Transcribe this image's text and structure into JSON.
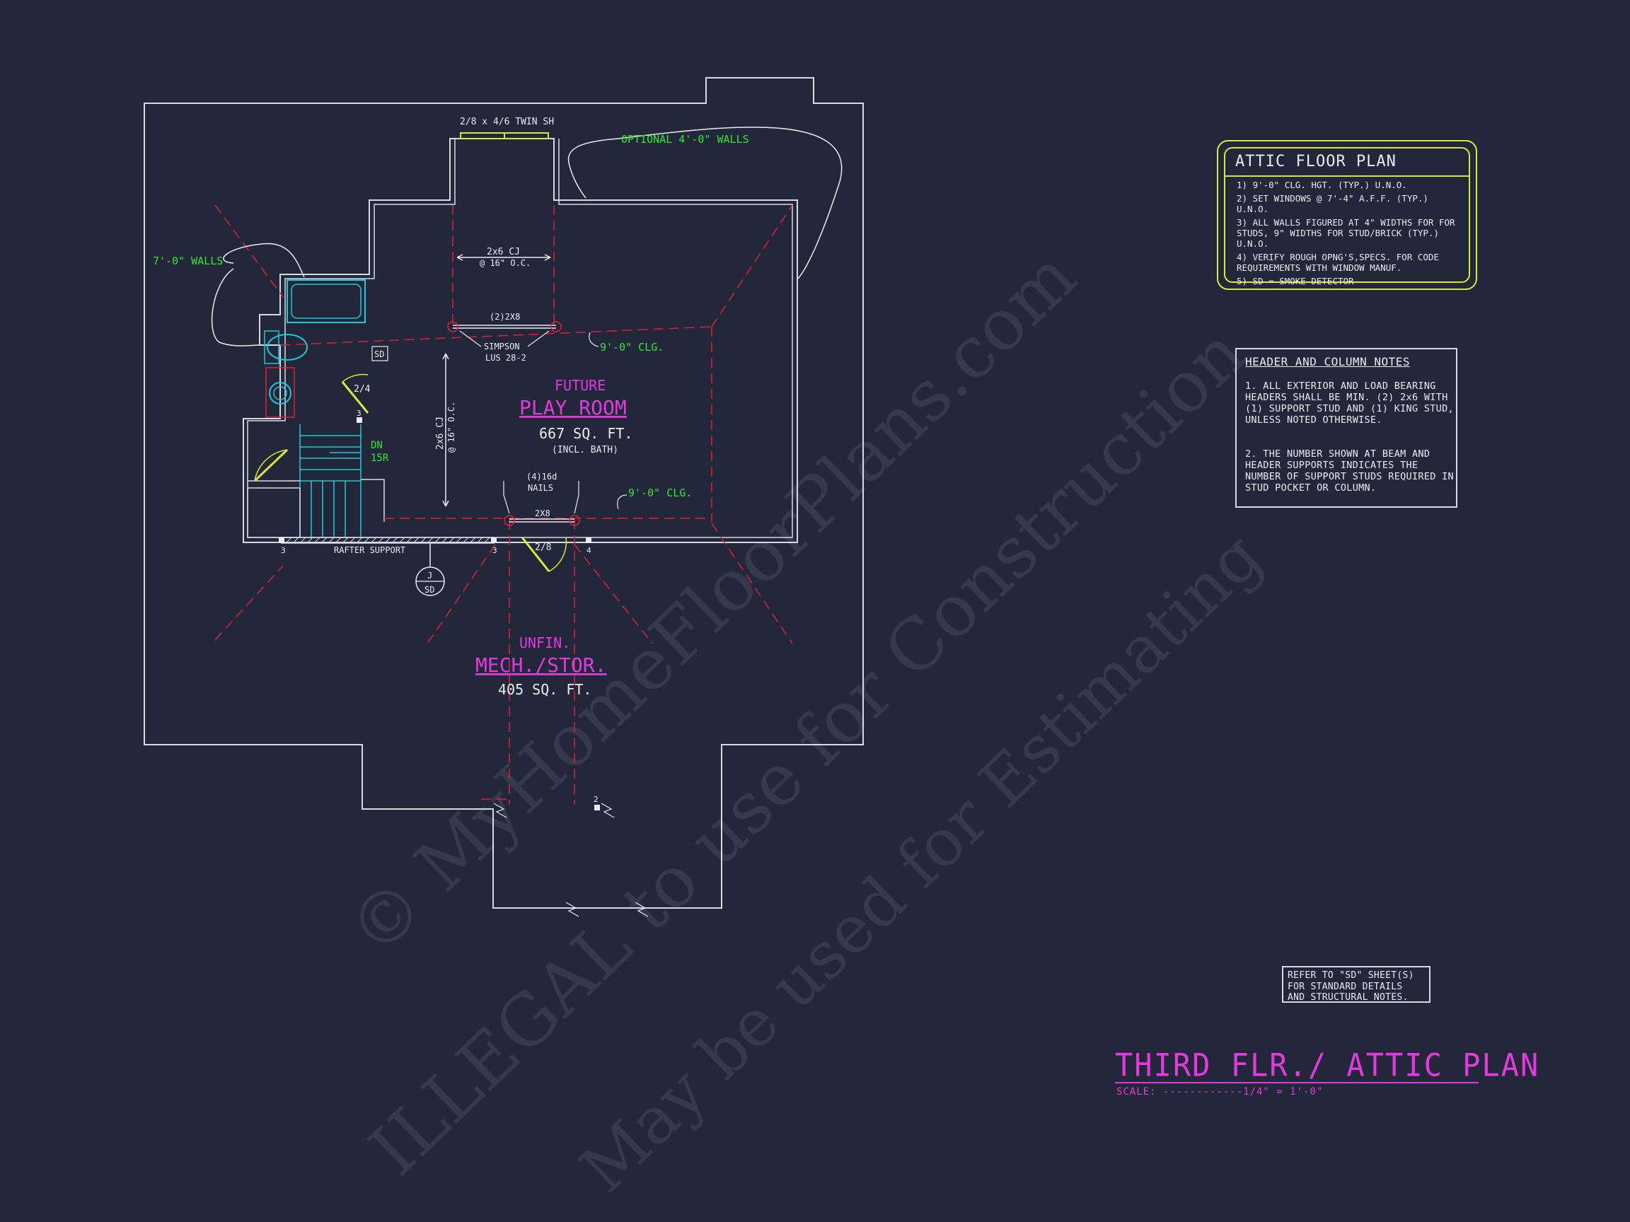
{
  "plan": {
    "window_label": "2/8 x 4/6 TWIN SH",
    "optional_walls": "OPTIONAL 4'-0\" WALLS",
    "walls_7ft": "7'-0\" WALLS",
    "ceiling_joist_top": "2x6 CJ",
    "ceiling_joist_top_spacing": "@ 16\" O.C.",
    "beam_2x8_double": "(2)2X8",
    "simpson": "SIMPSON",
    "simpson_model": "LUS 28-2",
    "clg_9ft_a": "9'-0\" CLG.",
    "clg_9ft_b": "9'-0\" CLG.",
    "sd_tag": "SD",
    "door_24": "2/4",
    "stud_3_a": "3",
    "stair_dn": "DN",
    "stair_risers": "15R",
    "cj_vertical": "2x6 CJ",
    "cj_vertical_spacing": "@ 16\" O.C.",
    "room1_future": "FUTURE",
    "room1_name": "PLAY ROOM",
    "room1_area": "667 SQ. FT.",
    "room1_note": "(INCL. BATH)",
    "nails": "(4)16d",
    "nails_label": "NAILS",
    "beam_2x8": "2X8",
    "door_28": "2/8",
    "stud_3_b": "3",
    "stud_3_c": "3",
    "stud_4": "4",
    "rafter_support": "RAFTER SUPPORT",
    "detector_j": "J",
    "detector_sd": "SD",
    "room2_unfin": "UNFIN.",
    "room2_name": "MECH./STOR.",
    "room2_area": "405 SQ. FT.",
    "stud_2": "2"
  },
  "attic_notes": {
    "title": "ATTIC FLOOR PLAN",
    "items": [
      "1) 9'-0\"  CLG. HGT. (TYP.) U.N.O.",
      "2) SET WINDOWS @ 7'-4\" A.F.F. (TYP.) U.N.O.",
      "3) ALL WALLS FIGURED AT 4\" WIDTHS FOR FOR STUDS, 9\" WIDTHS FOR STUD/BRICK (TYP.) U.N.O.",
      "4) VERIFY ROUGH OPNG'S,SPECS. FOR CODE REQUIREMENTS WITH WINDOW MANUF.",
      "5) SD = SMOKE DETECTOR"
    ]
  },
  "header_notes": {
    "title": "HEADER AND COLUMN NOTES",
    "note1": "1. ALL EXTERIOR AND LOAD BEARING HEADERS SHALL BE MIN. (2) 2x6 WITH (1) SUPPORT STUD AND (1) KING STUD, UNLESS NOTED OTHERWISE.",
    "note2": "2. THE NUMBER SHOWN AT BEAM AND HEADER SUPPORTS INDICATES THE NUMBER OF SUPPORT STUDS REQUIRED IN STUD POCKET OR COLUMN."
  },
  "sd_reference": "REFER TO \"SD\" SHEET(S) FOR STANDARD DETAILS AND STRUCTURAL NOTES.",
  "title_block": {
    "title": "THIRD FLR./ ATTIC PLAN",
    "scale": "SCALE: ------------1/4\" = 1'-0\""
  },
  "watermark": {
    "line1": "© MyHomeFloorPlans.com",
    "line2": "ILLEGAL to use for Construction",
    "line3": "May be used for Estimating"
  },
  "colors": {
    "background": "#222839",
    "walls": "#d6dae4",
    "annotation_green": "#36e33a",
    "room_magenta": "#e33adf",
    "hidden_lines_red": "#e0203a",
    "fixtures_cyan": "#22c7d8",
    "notes_yellow": "#d9e83a"
  }
}
